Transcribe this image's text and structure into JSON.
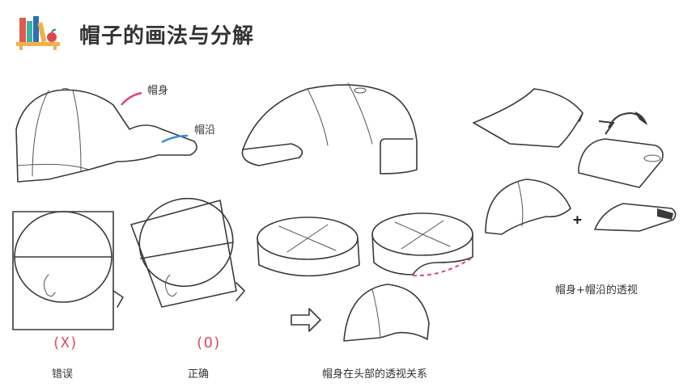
{
  "header": {
    "title": "帽子的画法与分解"
  },
  "labels": {
    "crown": "帽身",
    "brim": "帽沿",
    "wrong": "错误",
    "right": "正确",
    "perspective": "帽身在头部的透视关系",
    "combined": "帽身+帽沿的透视"
  },
  "marks": {
    "wrong_mark": "(X)",
    "right_mark": "(O)",
    "plus": "+"
  },
  "colors": {
    "accent_pink": "#e0486b",
    "accent_blue": "#3a8fd9",
    "dash_red": "#e0486b"
  },
  "icons": {
    "logo": "books-apple-icon"
  }
}
